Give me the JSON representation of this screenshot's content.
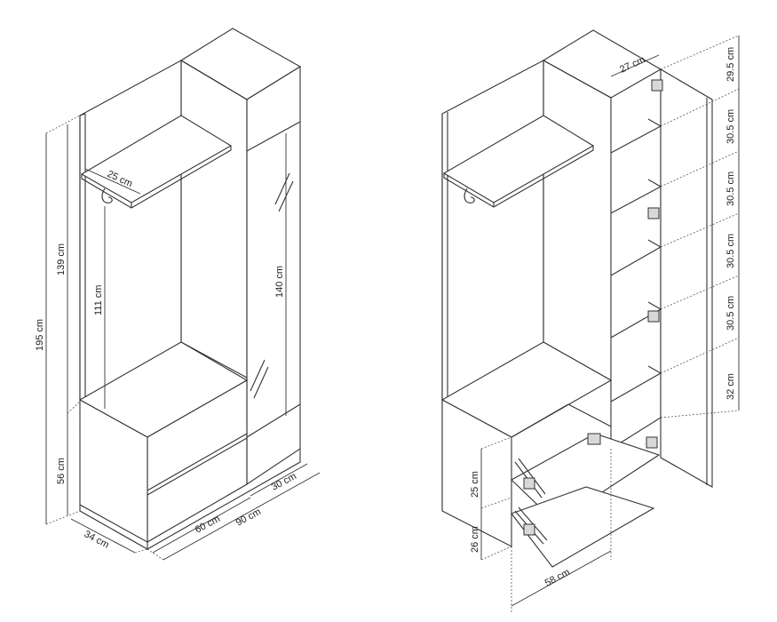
{
  "left_view": {
    "dims": {
      "shelf_depth": "25 cm",
      "total_height": "195 cm",
      "upper_height": "139 cm",
      "base_height": "56 cm",
      "hanging_height": "111 cm",
      "door_height": "140 cm",
      "depth": "34 cm",
      "seat_width": "60 cm",
      "total_width": "90 cm",
      "cabinet_width": "30 cm"
    }
  },
  "right_view": {
    "dims": {
      "cabinet_depth": "27 cm",
      "shelf_1": "29.5 cm",
      "shelf_2": "30.5 cm",
      "shelf_3": "30.5 cm",
      "shelf_4": "30.5 cm",
      "shelf_5": "30.5 cm",
      "shelf_6": "32 cm",
      "drawer_1": "25 cm",
      "drawer_2": "26 cm",
      "drawer_width": "58 cm"
    }
  }
}
